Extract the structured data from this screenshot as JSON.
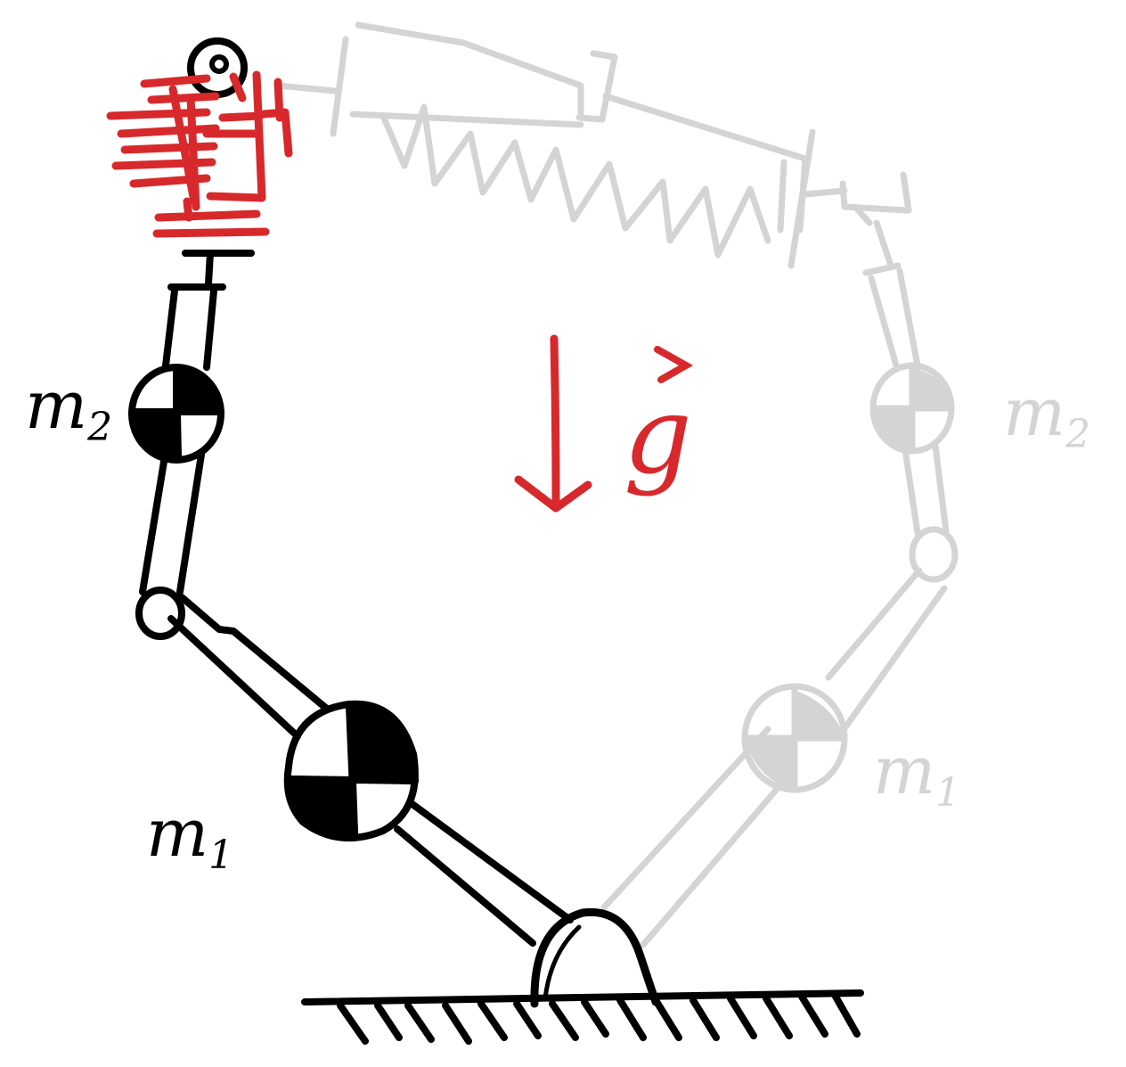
{
  "labels": {
    "mass1_main": "m",
    "mass1_sub": "1",
    "mass2_main": "m",
    "mass2_sub": "2",
    "ghost_mass1_main": "m",
    "ghost_mass1_sub": "1",
    "ghost_mass2_main": "m",
    "ghost_mass2_sub": "2",
    "gravity": "g"
  },
  "colors": {
    "ink": "#000000",
    "ghost": "#d4d4d4",
    "accent": "#d7292c"
  }
}
